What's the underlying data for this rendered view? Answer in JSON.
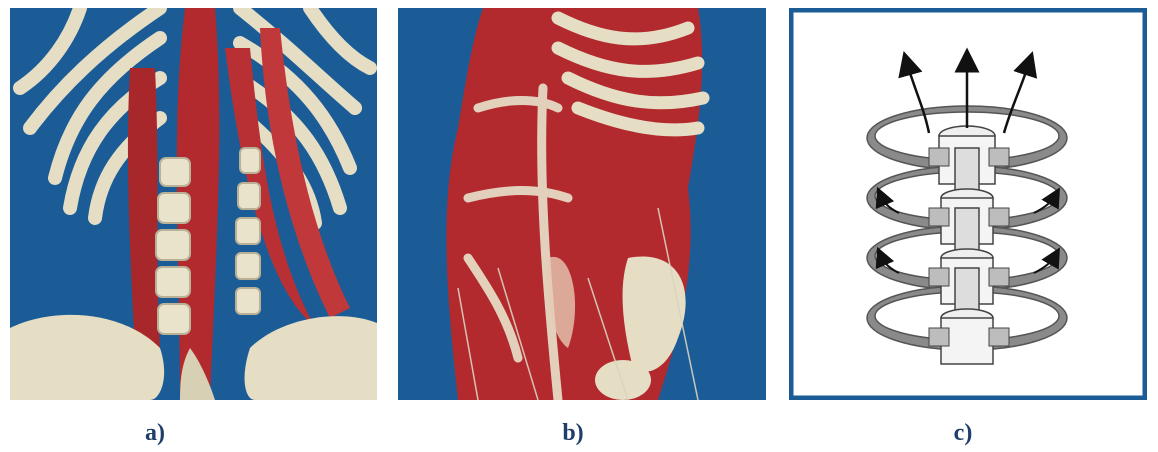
{
  "figure": {
    "background_color": "#1B5C96",
    "muscle_color": "#B32A2E",
    "bone_color": "#E9E3CC",
    "caption_color": "#1F3E6A",
    "panels": [
      {
        "id": "a",
        "caption": "a)",
        "icon": "posterior-spine-muscles-illustration"
      },
      {
        "id": "b",
        "caption": "b)",
        "icon": "abdominal-wall-muscles-illustration"
      },
      {
        "id": "c",
        "caption": "c)",
        "icon": "spine-rings-diagram"
      }
    ]
  }
}
